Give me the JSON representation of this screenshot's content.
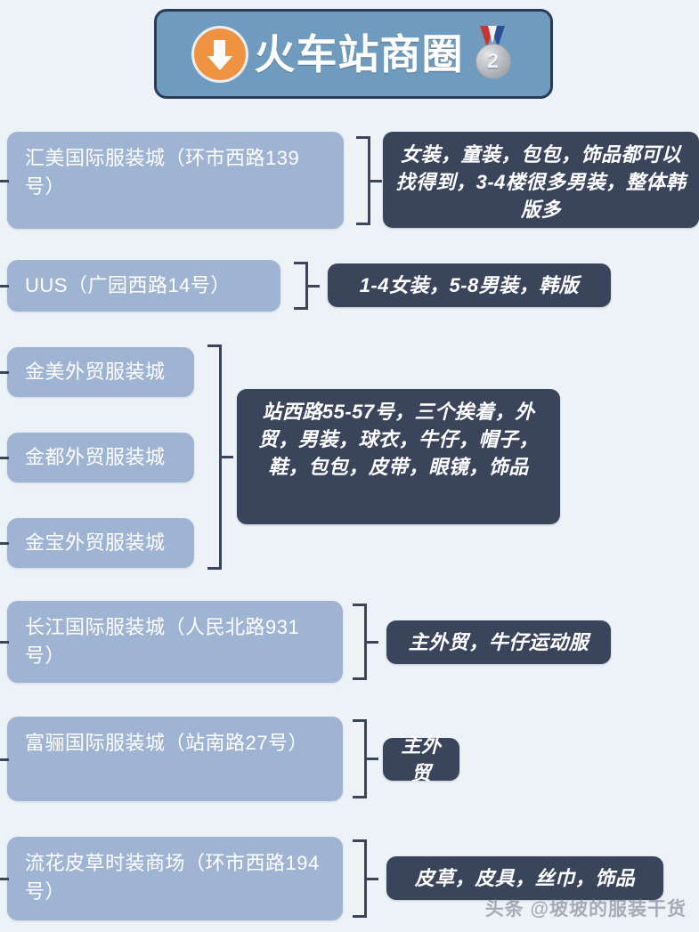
{
  "header": {
    "title": "火车站商圈",
    "down_icon": "circle-down-arrow-icon",
    "medal_icon": "silver-medal-icon",
    "medal_rank": "2"
  },
  "rows": [
    {
      "market": "汇美国际服装城（环市西路139号）",
      "desc": "女装，童装，包包，饰品都可以找得到，3-4楼很多男装，整体韩版多"
    },
    {
      "market": "UUS（广园西路14号）",
      "desc": "1-4女装，5-8男装，韩版"
    },
    {
      "markets": [
        "金美外贸服装城",
        "金都外贸服装城",
        "金宝外贸服装城"
      ],
      "desc": "站西路55-57号，三个挨着，外贸，男装，球衣，牛仔，帽子，鞋，包包，皮带，眼镜，饰品"
    },
    {
      "market": "长江国际服装城（人民北路931号）",
      "desc": "主外贸，牛仔运动服"
    },
    {
      "market": "富骊国际服装城（站南路27号）",
      "desc": "主外贸"
    },
    {
      "market": "流花皮草时装商场（环市西路194号）",
      "desc": "皮草，皮具，丝巾，饰品"
    }
  ],
  "watermark": "头条 @坡坡的服装干货",
  "colors": {
    "page_background": "#edf2f7",
    "header_background": "#6f9cbe",
    "header_border": "#2b3a55",
    "market_box": "#9fb4d3",
    "desc_box": "#3a455c",
    "accent_orange": "#ef9343"
  }
}
